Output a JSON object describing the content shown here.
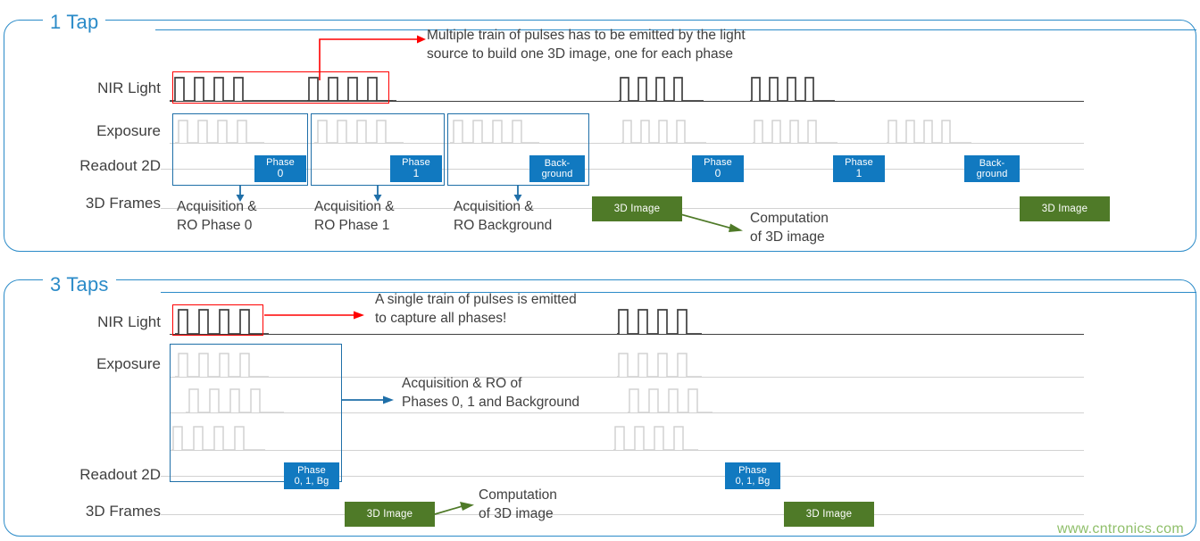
{
  "panels": [
    {
      "id": "one-tap",
      "title": "1 Tap",
      "row_labels": [
        "NIR Light",
        "Exposure",
        "Readout 2D",
        "3D Frames"
      ],
      "annotation": "Multiple train of pulses has to be emitted by the light\nsource to build one 3D image, one for each phase",
      "computation_note": "Computation\nof 3D image",
      "acquisition_captions": [
        "Acquisition &\nRO Phase 0",
        "Acquisition &\nRO Phase 1",
        "Acquisition &\nRO Background"
      ],
      "readout_badges": [
        {
          "line1": "Phase",
          "line2": "0"
        },
        {
          "line1": "Phase",
          "line2": "1"
        },
        {
          "line1": "Back-",
          "line2": "ground"
        },
        {
          "line1": "Phase",
          "line2": "0"
        },
        {
          "line1": "Phase",
          "line2": "1"
        },
        {
          "line1": "Back-",
          "line2": "ground"
        }
      ],
      "frames": [
        {
          "label": "3D Image"
        },
        {
          "label": "3D Image"
        }
      ]
    },
    {
      "id": "three-taps",
      "title": "3 Taps",
      "row_labels": [
        "NIR Light",
        "Exposure",
        "Readout 2D",
        "3D Frames"
      ],
      "annotation": "A single train of pulses is emitted\nto capture all phases!",
      "acquisition_note": "Acquisition & RO of\nPhases 0, 1 and Background",
      "computation_note": "Computation\nof 3D image",
      "readout_badges": [
        {
          "line1": "Phase",
          "line2": "0, 1, Bg"
        },
        {
          "line1": "Phase",
          "line2": "0, 1, Bg"
        }
      ],
      "frames": [
        {
          "label": "3D Image"
        },
        {
          "label": "3D Image"
        }
      ]
    }
  ],
  "watermark": "www.cntronics.com",
  "colors": {
    "panel_border": "#2b8bc8",
    "title": "#2b8bc8",
    "badge_blue": "#1179c0",
    "frame_green": "#4f7a28",
    "highlight_red": "#ff0000",
    "box_blue": "#1f6fa8",
    "trace_dark": "#404040",
    "trace_light": "#d2d2d2"
  },
  "chart_data": {
    "type": "timing-diagram",
    "title": "1 Tap vs 3 Taps ToF acquisition timing",
    "panels": [
      {
        "name": "1 Tap",
        "signals": [
          {
            "name": "NIR Light",
            "style": "dark",
            "bursts": [
              {
                "start": 196,
                "pulses": 4,
                "period": 22,
                "width": 10
              },
              {
                "start": 344,
                "pulses": 4,
                "period": 22,
                "width": 10
              },
              {
                "start": 695,
                "pulses": 4,
                "period": 21,
                "width": 9
              },
              {
                "start": 842,
                "pulses": 4,
                "period": 21,
                "width": 9
              }
            ]
          },
          {
            "name": "Exposure",
            "style": "light",
            "bursts": [
              {
                "start": 200,
                "pulses": 4,
                "period": 22,
                "width": 10
              },
              {
                "start": 355,
                "pulses": 4,
                "period": 22,
                "width": 10
              },
              {
                "start": 508,
                "pulses": 4,
                "period": 22,
                "width": 10
              },
              {
                "start": 698,
                "pulses": 4,
                "period": 21,
                "width": 9
              },
              {
                "start": 845,
                "pulses": 4,
                "period": 21,
                "width": 9
              },
              {
                "start": 995,
                "pulses": 4,
                "period": 21,
                "width": 9
              }
            ]
          },
          {
            "name": "Readout 2D",
            "style": "light",
            "badges_at": [
              285,
              437,
              593,
              775,
              934,
              1080
            ]
          },
          {
            "name": "3D Frames",
            "style": "light",
            "frames_at": [
              663,
              1142
            ]
          }
        ]
      },
      {
        "name": "3 Taps",
        "signals": [
          {
            "name": "NIR Light",
            "style": "dark",
            "bursts": [
              {
                "start": 200,
                "pulses": 4,
                "period": 23,
                "width": 10
              },
              {
                "start": 695,
                "pulses": 4,
                "period": 23,
                "width": 10
              }
            ]
          },
          {
            "name": "Exposure tap 0",
            "style": "light",
            "bursts": [
              {
                "start": 200,
                "pulses": 4,
                "period": 23,
                "width": 10
              },
              {
                "start": 695,
                "pulses": 4,
                "period": 23,
                "width": 10
              }
            ]
          },
          {
            "name": "Exposure tap 1",
            "style": "light",
            "bursts": [
              {
                "start": 212,
                "pulses": 4,
                "period": 23,
                "width": 10
              },
              {
                "start": 707,
                "pulses": 4,
                "period": 23,
                "width": 10
              }
            ]
          },
          {
            "name": "Exposure tap Bg",
            "style": "light",
            "bursts": [
              {
                "start": 194,
                "pulses": 4,
                "period": 23,
                "width": 10
              },
              {
                "start": 689,
                "pulses": 4,
                "period": 23,
                "width": 10
              }
            ]
          },
          {
            "name": "Readout 2D",
            "style": "light",
            "badges_at": [
              318,
              812
            ]
          },
          {
            "name": "3D Frames",
            "style": "light",
            "frames_at": [
              386,
              878
            ]
          }
        ]
      }
    ]
  }
}
